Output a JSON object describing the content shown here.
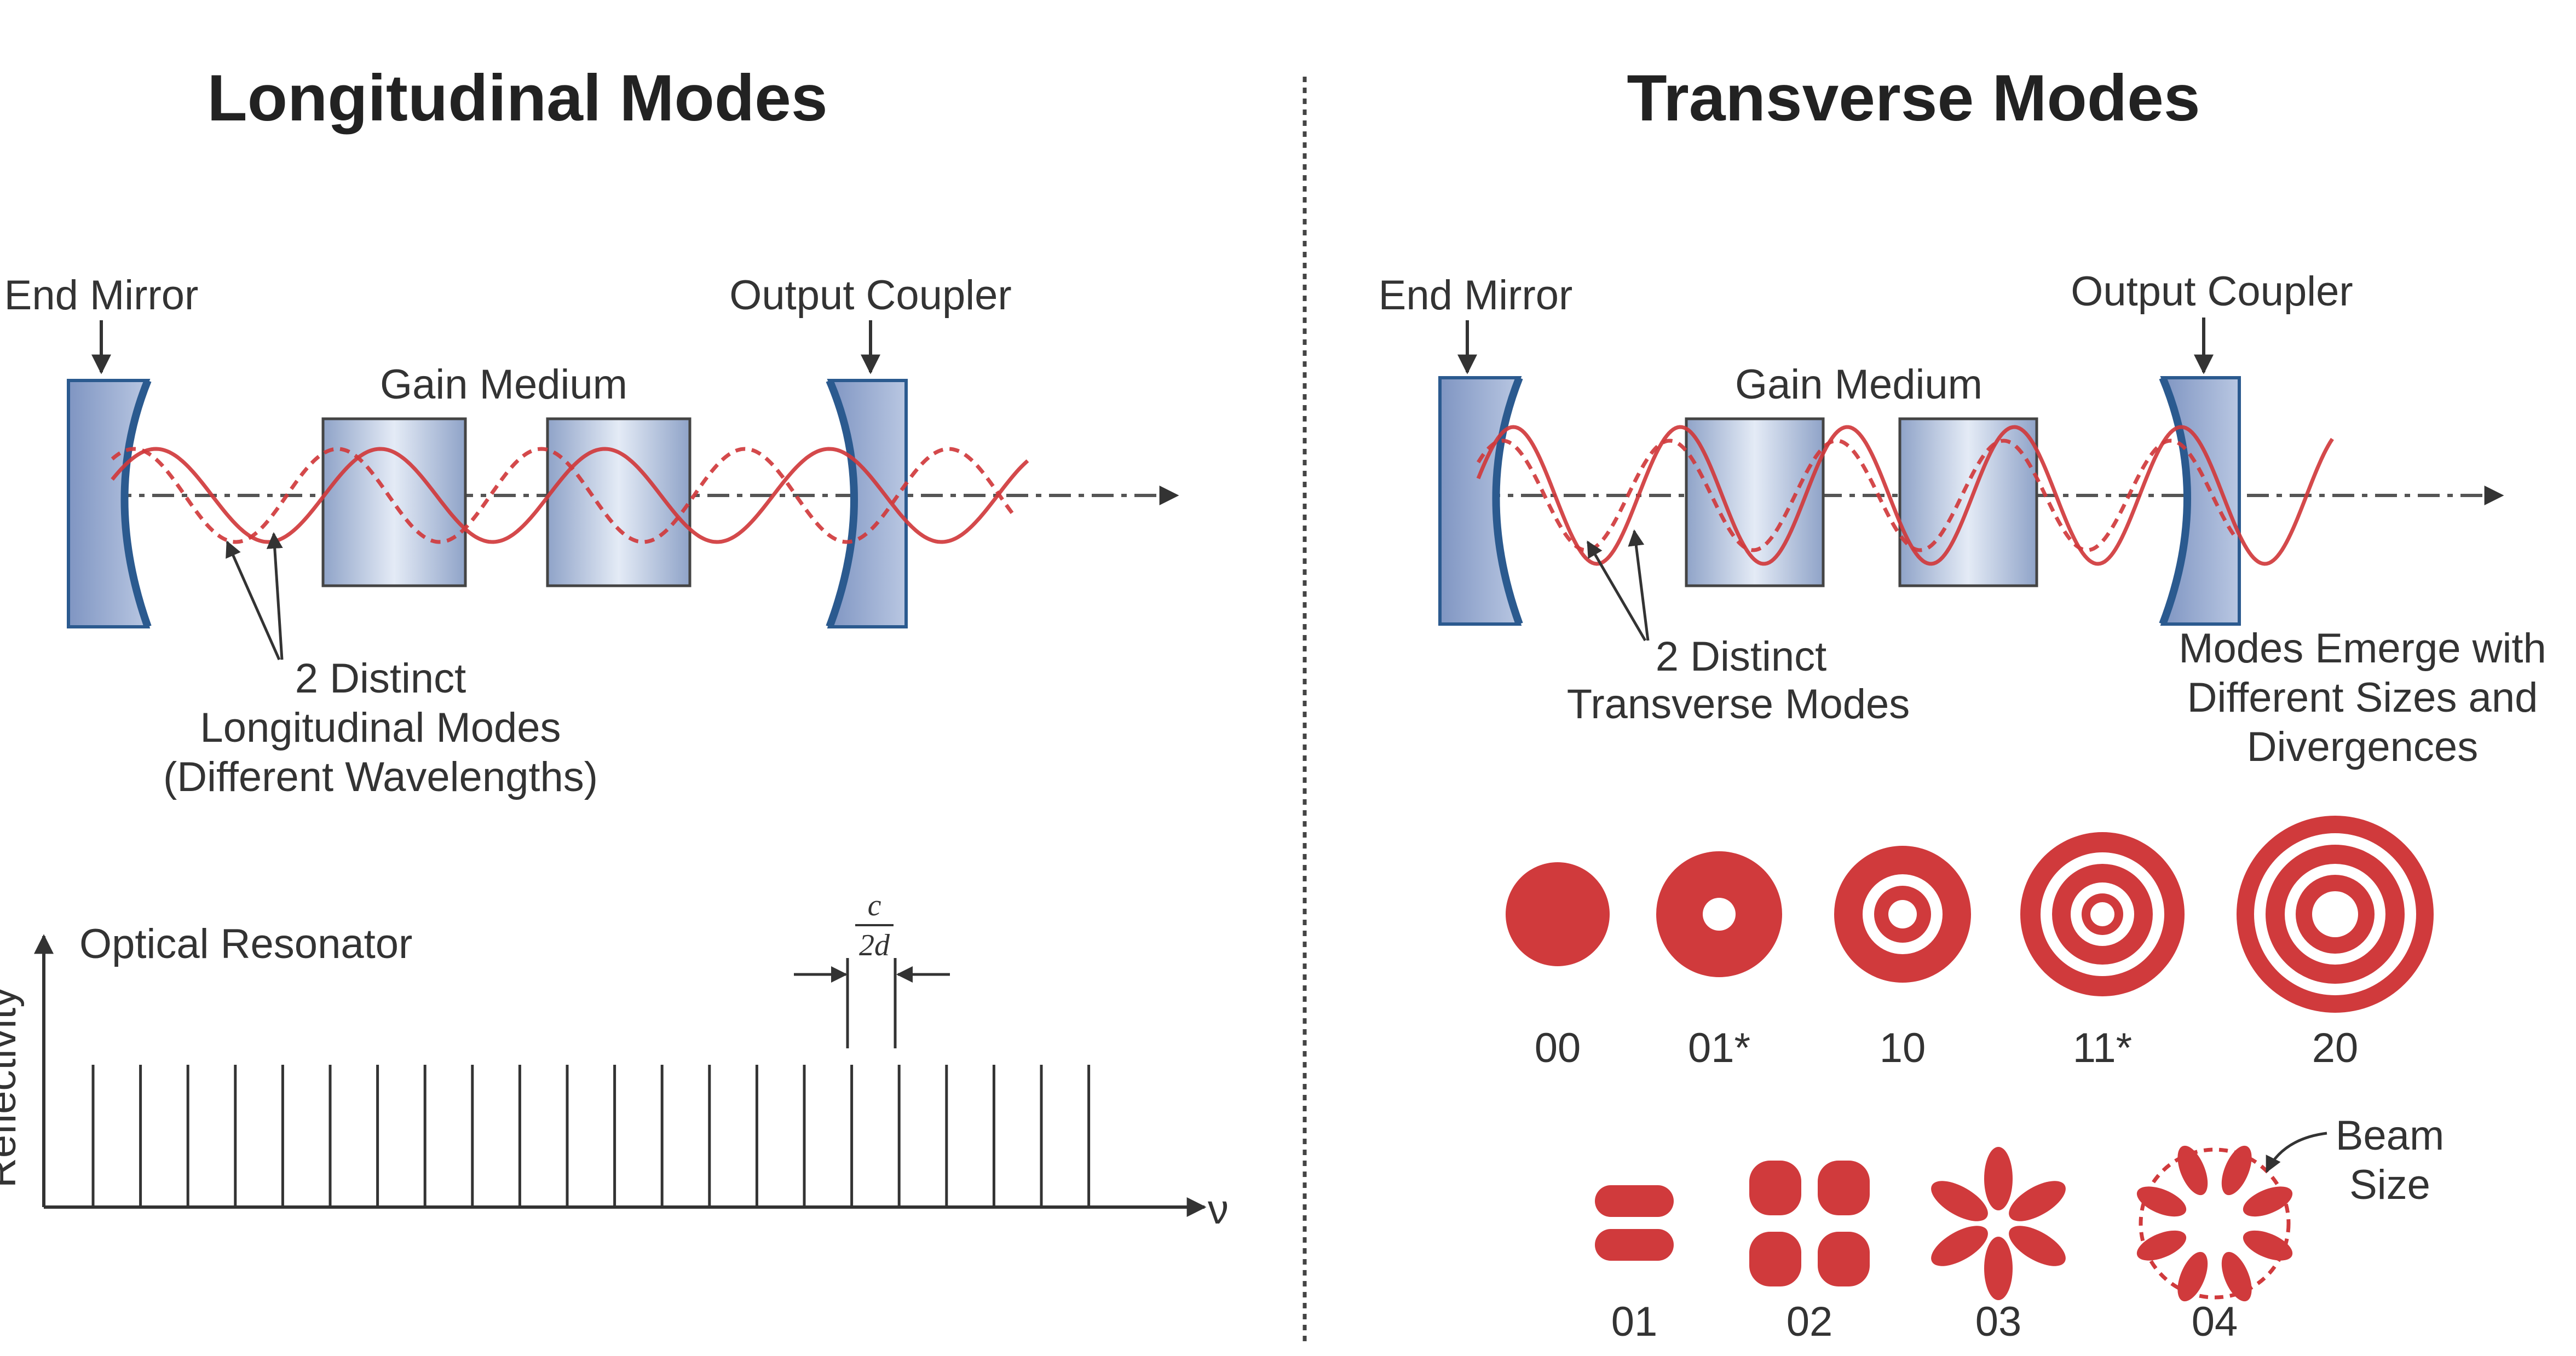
{
  "colors": {
    "mode_red": "#d03a3c",
    "mirror_fill": "#9fb1d4",
    "mirror_edge": "#2b5a8f",
    "gain_fill": "#b8c7df",
    "axis": "#333333",
    "divider": "#444444"
  },
  "longitudinal": {
    "title": "Longitudinal Modes",
    "end_mirror": "End Mirror",
    "output_coupler": "Output Coupler",
    "gain_medium": "Gain Medium",
    "annotation": [
      "2 Distinct",
      "Longitudinal Modes",
      "(Different Wavelengths)"
    ],
    "resonator_chart": {
      "label": "Optical Resonator",
      "ylabel": "Reflectivity",
      "xlabel": "ν",
      "spacing_numerator": "c",
      "spacing_denominator": "2d",
      "line_count": 22
    }
  },
  "transverse": {
    "title": "Transverse Modes",
    "end_mirror": "End Mirror",
    "output_coupler": "Output Coupler",
    "gain_medium": "Gain Medium",
    "annotation": [
      "2 Distinct",
      "Transverse Modes"
    ],
    "emerge_note": [
      "Modes Emerge with",
      "Different Sizes and",
      "Divergences"
    ],
    "beam_size_note": [
      "Beam",
      "Size"
    ],
    "circular_modes": [
      {
        "label": "00"
      },
      {
        "label": "01*"
      },
      {
        "label": "10"
      },
      {
        "label": "11*"
      },
      {
        "label": "20"
      }
    ],
    "lobed_modes": [
      {
        "label": "01"
      },
      {
        "label": "02"
      },
      {
        "label": "03"
      },
      {
        "label": "04"
      }
    ]
  }
}
